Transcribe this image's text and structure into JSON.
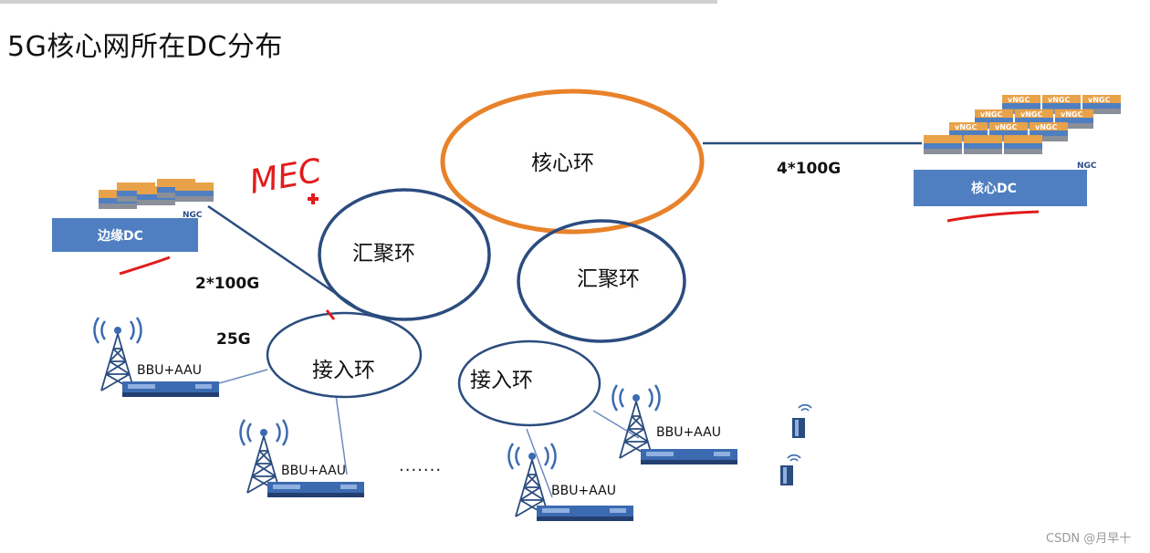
{
  "title": "5G核心网所在DC分布",
  "rings": {
    "core": "核心环",
    "agg_left": "汇聚环",
    "agg_right": "汇聚环",
    "access_left": "接入环",
    "access_right": "接入环"
  },
  "links": {
    "core_to_dc": "4*100G",
    "edge_to_agg": "2*100G",
    "access_speed": "25G"
  },
  "dc": {
    "edge_label": "边缘DC",
    "core_label": "核心DC",
    "ngc_label": "NGC",
    "vngc_label": "vNGC"
  },
  "base_stations": {
    "bs1": "BBU+AAU",
    "bs2": "BBU+AAU",
    "bs3": "BBU+AAU",
    "bs4": "BBU+AAU"
  },
  "ellipsis": ".......",
  "annotation": "MEC",
  "watermark": "CSDN @月早十",
  "colors": {
    "core_ring": "#e8822a",
    "ring": "#2b4c7e",
    "link": "#2b4c7e",
    "dc_box": "#4f7fc0",
    "annotation": "#e21b1b",
    "device": "#3b6ab0"
  }
}
